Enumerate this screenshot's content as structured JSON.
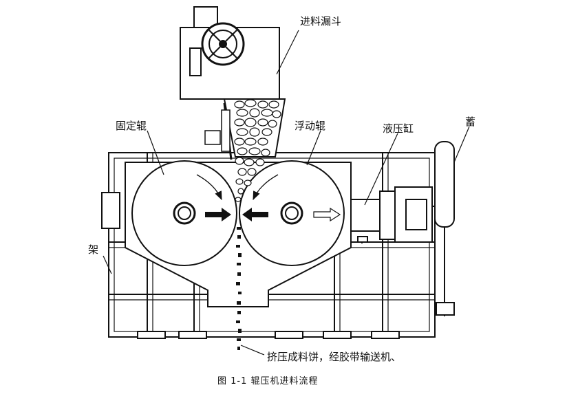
{
  "labels": {
    "hopper": "进料漏斗",
    "fixed_roller": "固定辊",
    "floating_roller": "浮动辊",
    "hydraulic_cylinder": "液压缸",
    "accumulator": "蓄",
    "frame": "架",
    "output": "挤压成料饼，经胶带输送机、"
  },
  "caption": "图 1-1  辊压机进料流程"
}
